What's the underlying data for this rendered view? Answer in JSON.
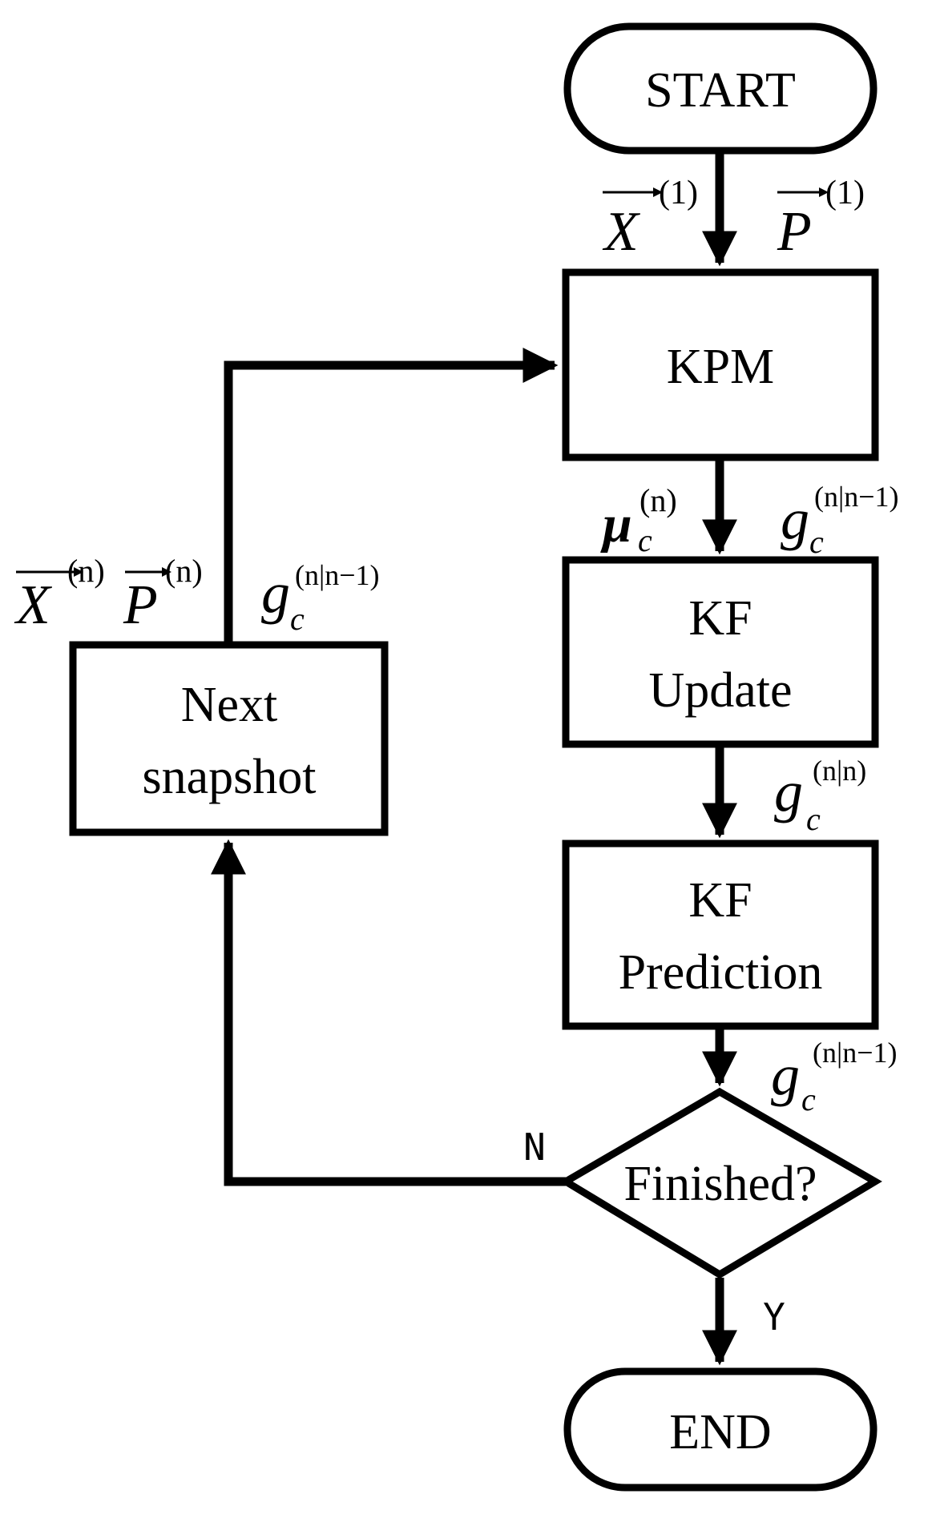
{
  "nodes": {
    "start": "START",
    "kpm": "KPM",
    "kf_update": [
      "KF",
      "Update"
    ],
    "kf_prediction": [
      "KF",
      "Prediction"
    ],
    "next_snapshot": [
      "Next",
      "snapshot"
    ],
    "decision": "Finished?",
    "end": "END"
  },
  "branches": {
    "no": "N",
    "yes": "Y"
  },
  "symbols": {
    "x": "X",
    "p": "P",
    "g": "g",
    "mu": "μ",
    "c": "c",
    "sup_1": "(1)",
    "sup_n": "(n)",
    "sup_n_n1": "(n|n−1)",
    "sup_n_n": "(n|n)"
  }
}
